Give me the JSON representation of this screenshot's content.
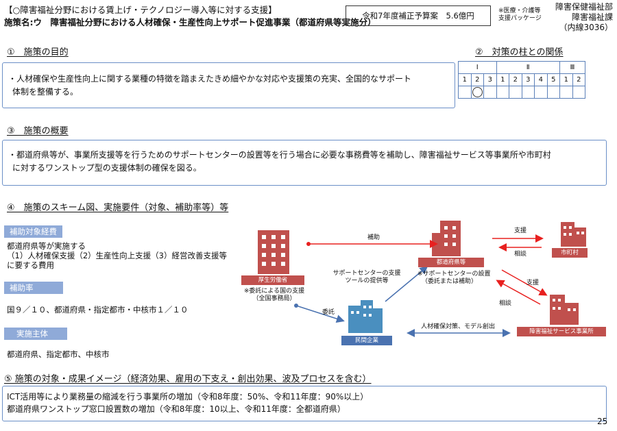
{
  "header": {
    "line1": "【○障害福祉分野における賃上げ・テクノロジー導入等に対する支援】",
    "line2": "施策名:ウ　障害福祉分野における人材確保・生産性向上サポート促進事業（都道府県等実施分）",
    "budget": "令和7年度補正予算案　5.6億円",
    "package_line1": "※医療・介護等",
    "package_line2": "支援パッケージ",
    "dept_line1": "障害保健福祉部",
    "dept_line2": "障害福祉課",
    "dept_line3": "（内線3036）"
  },
  "section1": {
    "title": "①　施策の目的",
    "body_line1": "・人材確保や生産性向上に関する業種の特徴を踏まえたきめ細やかな対応や支援策の充実、全国的なサポート",
    "body_line2": "体制を整備する。"
  },
  "section2": {
    "title": "②　対策の柱との関係",
    "groups": [
      "Ⅰ",
      "Ⅱ",
      "Ⅲ"
    ],
    "numbers": [
      "1",
      "2",
      "3",
      "1",
      "2",
      "3",
      "4",
      "5",
      "1",
      "2"
    ],
    "selected": "Ⅰ-2"
  },
  "section3": {
    "title": "③　施策の概要",
    "body_line1": "・都道府県等が、事業所支援等を行うためのサポートセンターの設置等を行う場合に必要な事務費等を補助し、障害福祉サービス等事業所や市町村",
    "body_line2": "に対するワンストップ型の支援体制の確保を図る。"
  },
  "section4": {
    "title": "④　施策のスキーム図、実施要件（対象、補助率等）等",
    "tag1": "補助対象経費",
    "expense_line1": "都道府県等が実施する",
    "expense_line2": "（1）人材確保支援（2）生産性向上支援（3）経営改善支援等",
    "expense_line3": "に要する費用",
    "tag2": "補助率",
    "rate": "国９／１０、都道府県・指定都市・中核市１／１０",
    "tag3": "実施主体",
    "implementer": "都道府県、指定都市、中核市"
  },
  "scheme": {
    "mhlw": "厚生労働省",
    "mhlw_note1": "※委託による国の支援",
    "mhlw_note2": "（全国事務局）",
    "subsidy": "補助",
    "prefecture": "都道府県等",
    "pref_note1": "※サポートセンターの設置",
    "pref_note2": "（委託または補助）",
    "support_tools1": "サポートセンターの支援",
    "support_tools2": "ツールの提供等",
    "consign": "委託",
    "private": "民間企業",
    "hr_measures": "人材確保対策、モデル創出",
    "municipality": "市町村",
    "provider": "障害福祉サービス事業所",
    "support1": "支援",
    "consult1": "相談",
    "support2": "支援",
    "consult2": "相談"
  },
  "section5": {
    "title": "⑤ 施策の対象・成果イメージ（経済効果、雇用の下支え・創出効果、波及プロセスを含む）",
    "line1": "ICT活用等により業務量の縮減を行う事業所の増加（令和8年度：50%、令和11年度：90%以上）",
    "line2": "都道府県ワンストップ窓口設置数の増加（令和8年度：10以上、令和11年度：全都道府県）"
  },
  "page_number": "25",
  "colors": {
    "red": "#e8201f",
    "building_red": "#c0504d",
    "blue": "#4a72b0",
    "box_border": "#6a8fc7"
  }
}
